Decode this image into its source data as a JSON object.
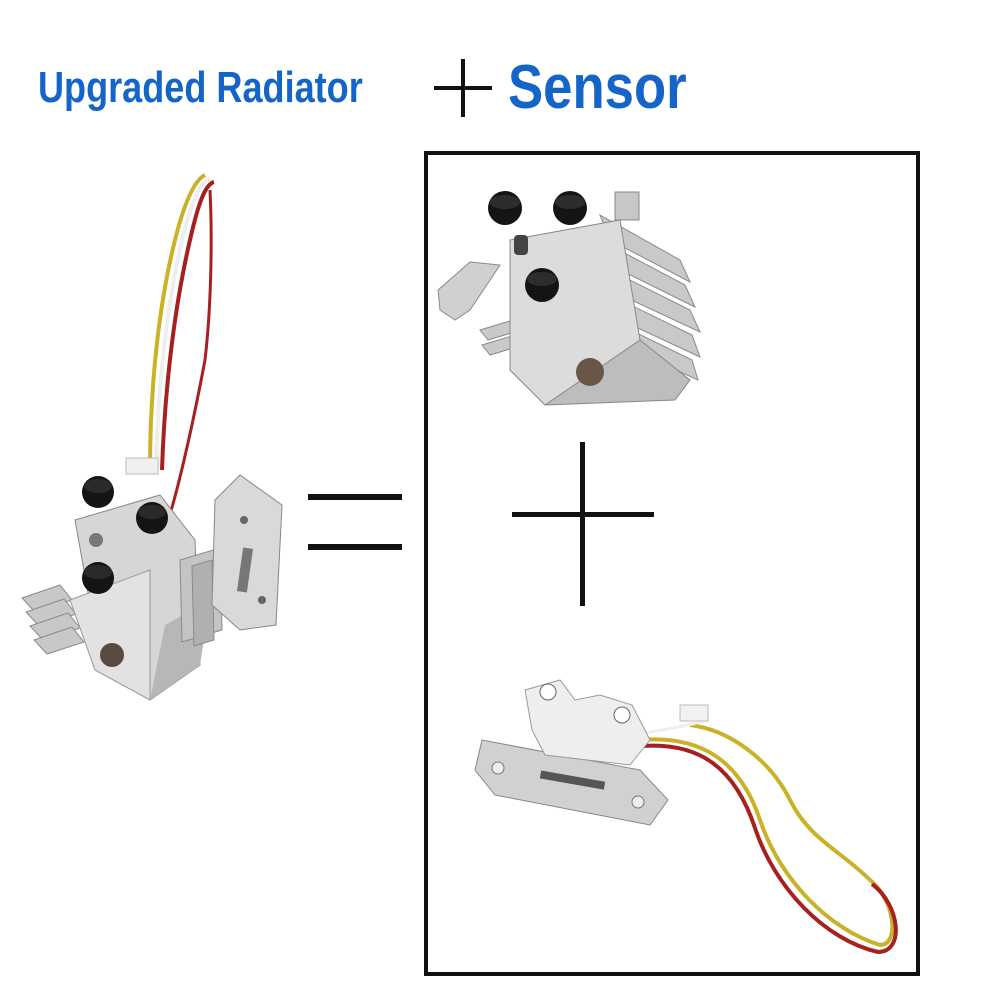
{
  "headline": {
    "part1": "Upgraded Radiator",
    "part2": "Sensor",
    "color": "#1565c8"
  },
  "icons": {
    "assembled": "hotend-with-sensor-assembly",
    "radiator": "heatsink-radiator-block",
    "sensor": "sensor-module-with-cable"
  }
}
